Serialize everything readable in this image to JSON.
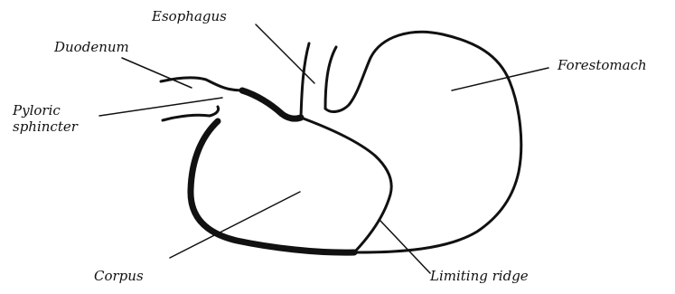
{
  "diagram": {
    "labels": {
      "esophagus": "Esophagus",
      "duodenum": "Duodenum",
      "pyloric_line1": "Pyloric",
      "pyloric_line2": "sphincter",
      "forestomach": "Forestomach",
      "corpus": "Corpus",
      "limiting_ridge": "Limiting ridge"
    },
    "colors": {
      "outline": "#111111",
      "background": "#ffffff"
    }
  }
}
